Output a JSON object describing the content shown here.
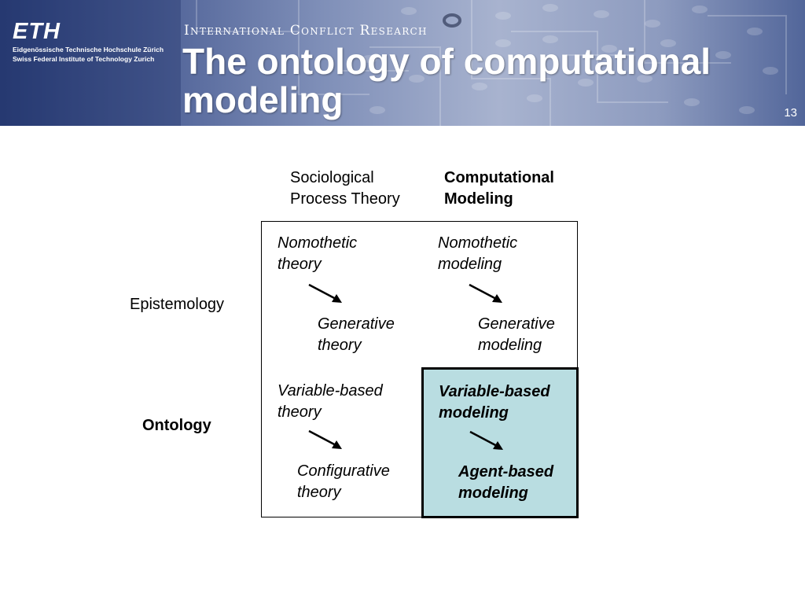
{
  "header": {
    "logo": "ETH",
    "institution_line_1": "Eidgenössische Technische Hochschule Zürich",
    "institution_line_2": "Swiss Federal Institute of Technology Zurich",
    "group_name": "International Conflict Research",
    "page_number": "13"
  },
  "slide": {
    "title": "The ontology of computational\nmodeling"
  },
  "diagram": {
    "columns": [
      {
        "label": "Sociological\nProcess Theory",
        "emphasis": "normal"
      },
      {
        "label": "Computational\nModeling",
        "emphasis": "bold"
      }
    ],
    "rows": [
      {
        "label": "Epistemology",
        "emphasis": "normal"
      },
      {
        "label": "Ontology",
        "emphasis": "bold"
      }
    ],
    "cells": {
      "epistemology_sociological": {
        "from": "Nomothetic\ntheory",
        "to": "Generative\ntheory"
      },
      "epistemology_computational": {
        "from": "Nomothetic\nmodeling",
        "to": "Generative\nmodeling"
      },
      "ontology_sociological": {
        "from": "Variable-based\ntheory",
        "to": "Configurative\ntheory"
      },
      "ontology_computational": {
        "from": "Variable-based\nmodeling",
        "to": "Agent-based\nmodeling",
        "highlighted": true
      }
    },
    "colors": {
      "highlight_fill": "#b9dde1",
      "banner_blue": "#2b3f78"
    },
    "icons": [
      "arrow-down-right-icon"
    ]
  }
}
